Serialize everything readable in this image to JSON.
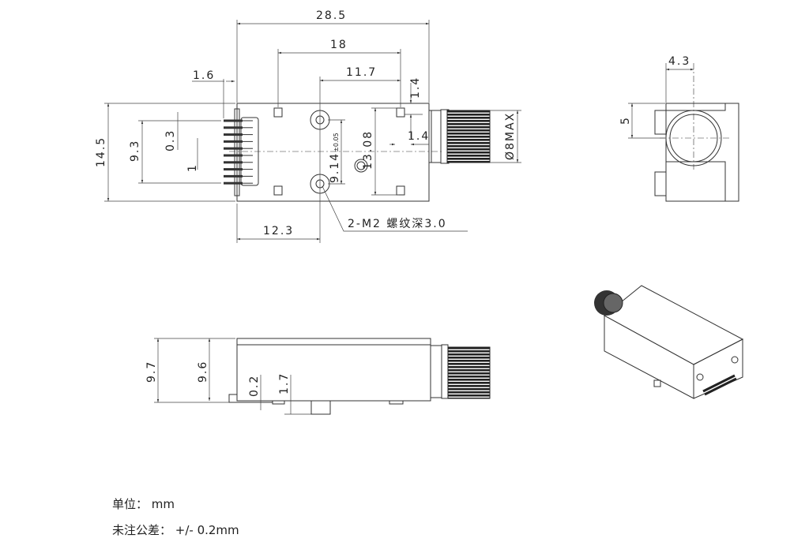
{
  "top_view": {
    "dims": {
      "overall_length": "28.5",
      "hole_span": "18",
      "hole_to_edge": "11.7",
      "connector_offset": "1.6",
      "height": "14.5",
      "pin_span": "9.3",
      "pin_width": "0.3",
      "pin_pitch": "1",
      "hole_spacing": "9.14",
      "hole_spacing_tol": "±0.05",
      "peg_spacing": "13.08",
      "peg_offset_top": "1.4",
      "peg_offset_side": "1.4",
      "thread_diameter": "Ø8MAX",
      "hole_from_left": "12.3"
    },
    "callout": "2-M2 螺纹深3.0"
  },
  "end_view": {
    "dims": {
      "center_x": "4.3",
      "center_y": "5"
    }
  },
  "side_view": {
    "dims": {
      "total_height": "9.7",
      "body_height": "9.6",
      "standoff": "0.2",
      "peg_height": "1.7"
    }
  },
  "notes": {
    "unit": "单位：  mm",
    "tolerance": "未注公差：  +/- 0.2mm"
  }
}
